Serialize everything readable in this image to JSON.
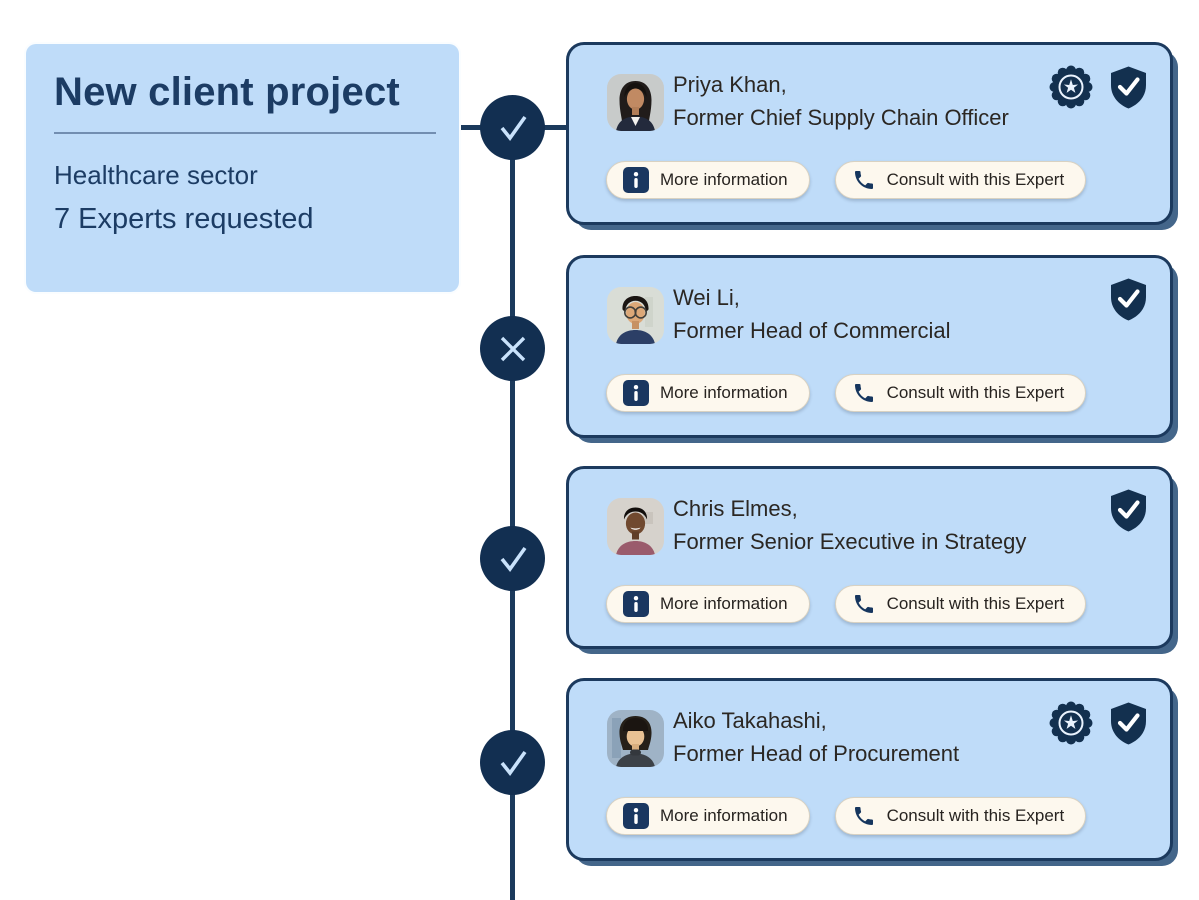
{
  "project_card": {
    "title": "New client project",
    "sector": "Healthcare sector",
    "experts_requested": "7 Experts requested"
  },
  "buttons": {
    "more_info": "More information",
    "consult": "Consult with this Expert"
  },
  "experts": [
    {
      "name": "Priya Khan,",
      "role": "Former Chief Supply Chain Officer",
      "badges": [
        "award-rosette-icon",
        "verified-shield-icon"
      ],
      "timeline_status": "check"
    },
    {
      "name": "Wei Li,",
      "role": "Former Head of Commercial",
      "badges": [
        "verified-shield-icon"
      ],
      "timeline_status": "cross"
    },
    {
      "name": "Chris Elmes,",
      "role": "Former Senior Executive in Strategy",
      "badges": [
        "verified-shield-icon"
      ],
      "timeline_status": "check"
    },
    {
      "name": "Aiko Takahashi,",
      "role": "Former Head of Procurement",
      "badges": [
        "award-rosette-icon",
        "verified-shield-icon"
      ],
      "timeline_status": "check"
    }
  ],
  "timeline": {
    "node_statuses": [
      "check",
      "cross",
      "check",
      "check"
    ]
  },
  "icons": {
    "more_info_button": "info-square-icon",
    "consult_button": "phone-icon"
  },
  "theme": {
    "card_light_blue": "#bfdcf9",
    "navy_border": "#1c3a5e",
    "deep_navy": "#122f51",
    "badge_navy": "#13304f",
    "shadow_slate": "#44668a",
    "button_cream": "#fdf8ee",
    "heading_navy": "#1c3c64",
    "body_text_dark": "#2b2723",
    "check_mark_light_blue": "#c9e2fb"
  }
}
